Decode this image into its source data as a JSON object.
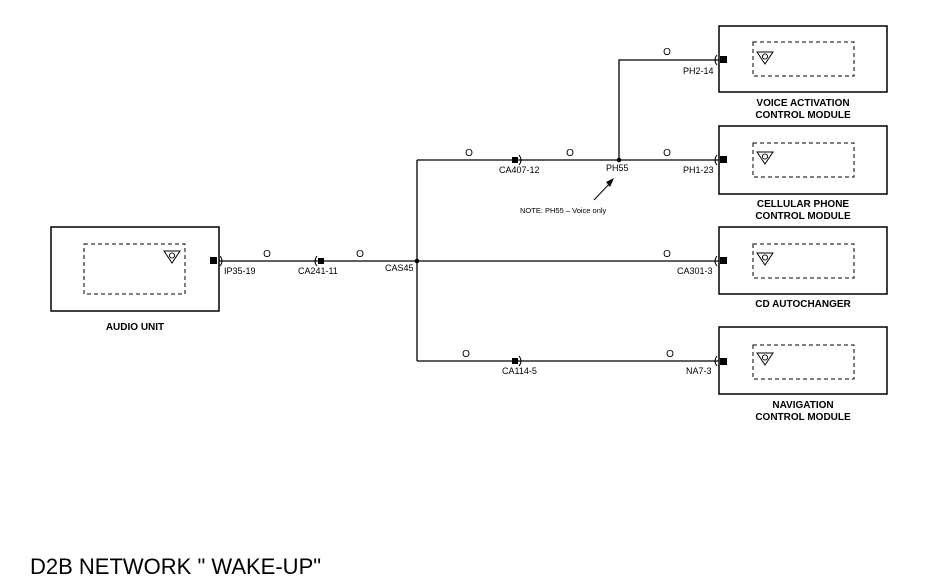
{
  "title": "D2B NETWORK \" WAKE-UP\"",
  "note": "NOTE: PH55 – Voice only",
  "modules": {
    "audio_unit": "AUDIO UNIT",
    "voice_line1": "VOICE ACTIVATION",
    "voice_line2": "CONTROL MODULE",
    "cell_line1": "CELLULAR PHONE",
    "cell_line2": "CONTROL MODULE",
    "cd": "CD AUTOCHANGER",
    "nav_line1": "NAVIGATION",
    "nav_line2": "CONTROL MODULE"
  },
  "connectors": {
    "ip35": "IP35-19",
    "ca241": "CA241-11",
    "cas45": "CAS45",
    "ca407": "CA407-12",
    "ph55": "PH55",
    "ph2": "PH2-14",
    "ph1": "PH1-23",
    "ca301": "CA301-3",
    "ca114": "CA114-5",
    "na7": "NA7-3"
  },
  "wire_color_code": "O"
}
